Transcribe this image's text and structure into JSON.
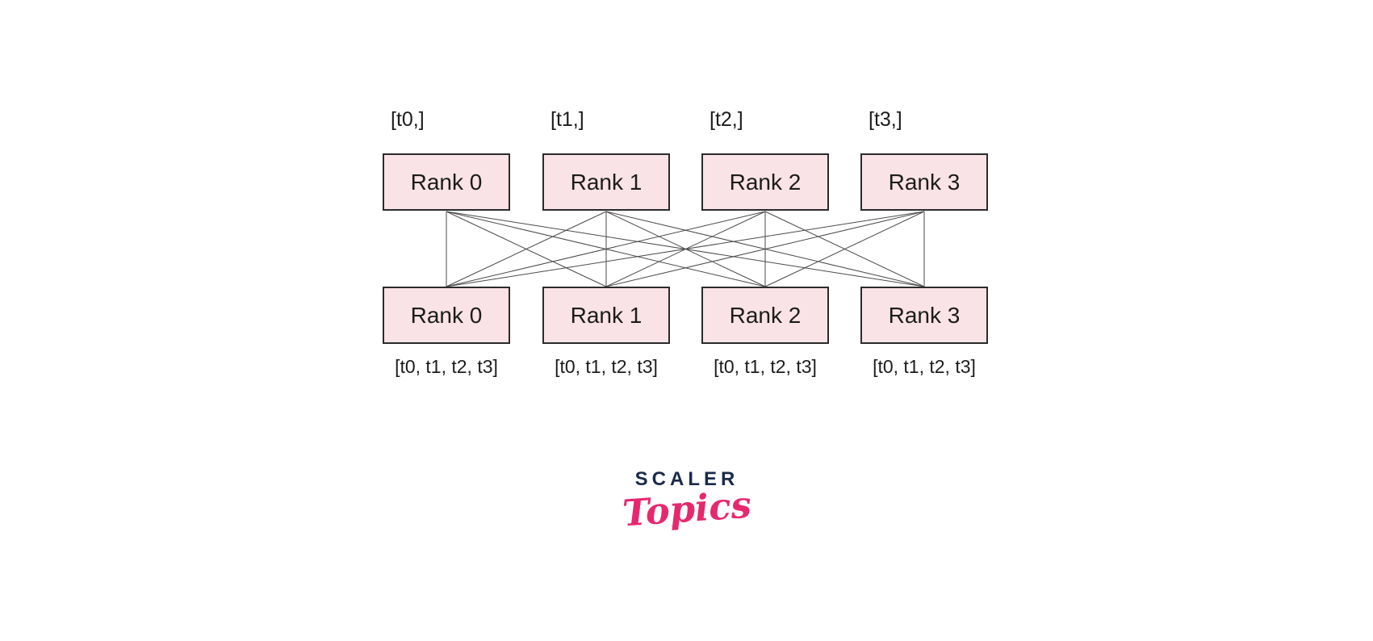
{
  "diagram": {
    "top_nodes": [
      {
        "label": "Rank 0",
        "tensors": "[t0,]"
      },
      {
        "label": "Rank 1",
        "tensors": "[t1,]"
      },
      {
        "label": "Rank 2",
        "tensors": "[t2,]"
      },
      {
        "label": "Rank 3",
        "tensors": "[t3,]"
      }
    ],
    "bottom_nodes": [
      {
        "label": "Rank 0",
        "tensors": "[t0, t1, t2, t3]"
      },
      {
        "label": "Rank 1",
        "tensors": "[t0, t1, t2, t3]"
      },
      {
        "label": "Rank 2",
        "tensors": "[t0, t1, t2, t3]"
      },
      {
        "label": "Rank 3",
        "tensors": "[t0, t1, t2, t3]"
      }
    ],
    "edges": [
      [
        0,
        0
      ],
      [
        0,
        1
      ],
      [
        0,
        2
      ],
      [
        0,
        3
      ],
      [
        1,
        0
      ],
      [
        1,
        1
      ],
      [
        1,
        2
      ],
      [
        1,
        3
      ],
      [
        2,
        0
      ],
      [
        2,
        1
      ],
      [
        2,
        2
      ],
      [
        2,
        3
      ],
      [
        3,
        0
      ],
      [
        3,
        1
      ],
      [
        3,
        2
      ],
      [
        3,
        3
      ]
    ]
  },
  "logo": {
    "brand": "SCALER",
    "wordmark": "Topics",
    "brand_color": "#1b2a4a",
    "wordmark_color": "#e6286f"
  },
  "colors": {
    "background": "#ffffff",
    "node_fill": "#fae3e6",
    "node_border": "#2b2b2b",
    "edge_line": "#4a4a4a",
    "text": "#1c1c1c"
  }
}
